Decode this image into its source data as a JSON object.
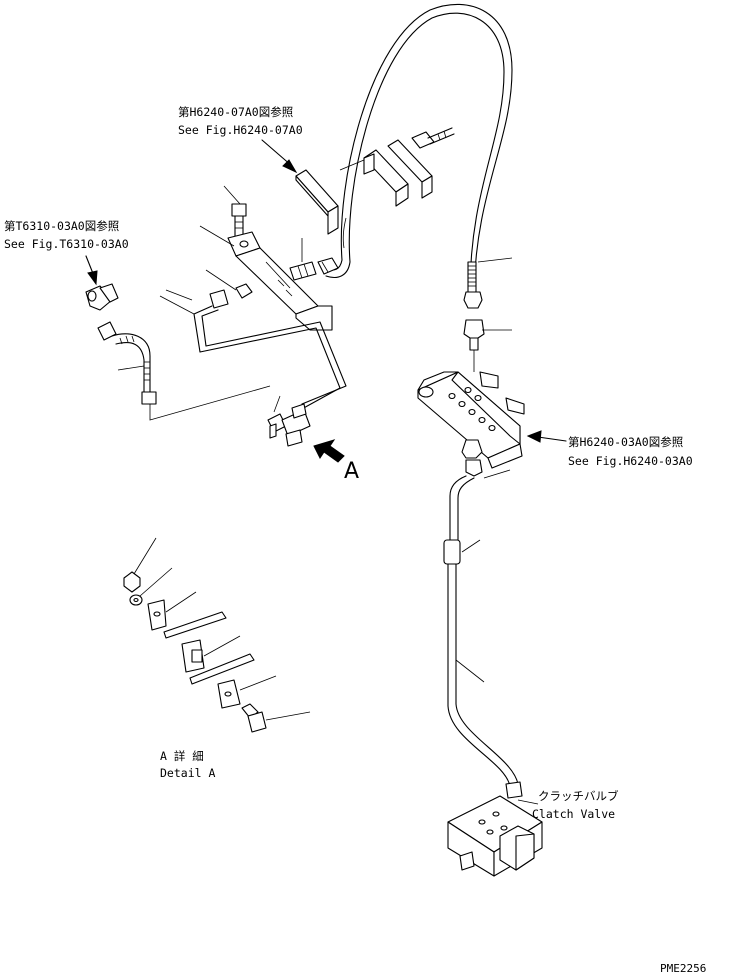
{
  "references": [
    {
      "ja": "第H6240-07A0図参照",
      "en": "See Fig.H6240-07A0"
    },
    {
      "ja": "第T6310-03A0図参照",
      "en": "See Fig.T6310-03A0"
    },
    {
      "ja": "第H6240-03A0図参照",
      "en": "See Fig.H6240-03A0"
    }
  ],
  "view_marker": "A",
  "detail": {
    "ja": "A 詳 細",
    "en": "Detail A"
  },
  "valve": {
    "ja": "クラッチバルブ",
    "en": "Clatch Valve"
  },
  "drawing_number": "PME2256"
}
